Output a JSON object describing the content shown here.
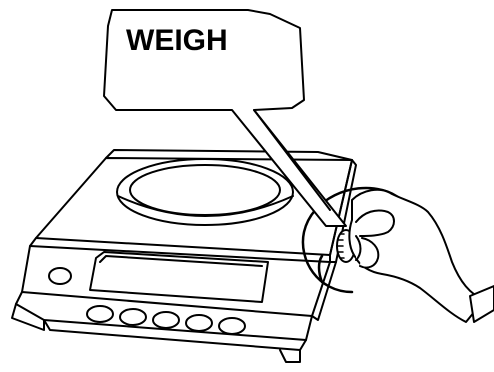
{
  "callout": {
    "text": "WEIGH"
  },
  "colors": {
    "line": "#000000",
    "background": "#ffffff"
  },
  "illustration": {
    "subject": "balance-scale",
    "action": "turn-knob-clockwise",
    "display_key_count": 5
  }
}
